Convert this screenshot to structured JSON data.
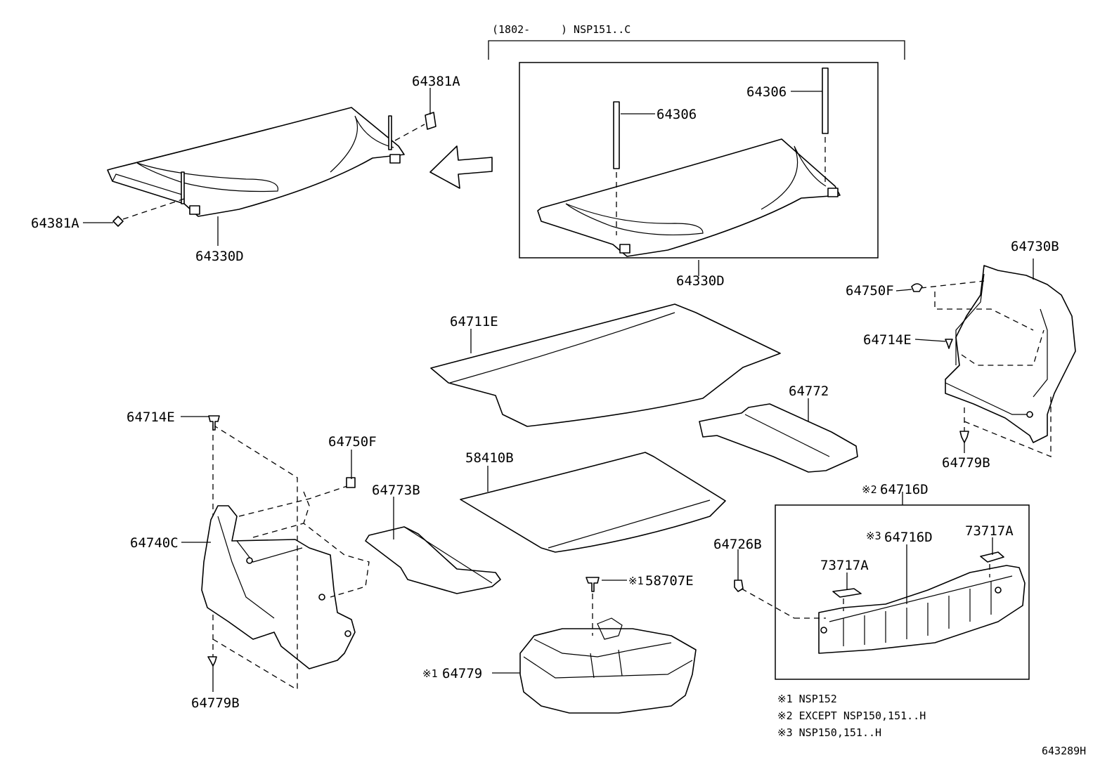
{
  "header": {
    "variant_left": "(1802-",
    "variant_right": ") NSP151..C"
  },
  "labels": {
    "p64381A_top": "64381A",
    "p64381A_left": "64381A",
    "p64330D_left": "64330D",
    "p64306_a": "64306",
    "p64306_b": "64306",
    "p64330D_box": "64330D",
    "p64730B": "64730B",
    "p64750F_right": "64750F",
    "p64714E_right": "64714E",
    "p64779B_right": "64779B",
    "p64711E": "64711E",
    "p64772": "64772",
    "p58410B": "58410B",
    "p64773B": "64773B",
    "p64714E_left": "64714E",
    "p64750F_left": "64750F",
    "p64740C": "64740C",
    "p64779B_left": "64779B",
    "p58707E": "58707E",
    "p58707E_mark": "※1",
    "p64779": "64779",
    "p64779_mark": "※1",
    "p64716D_top": "64716D",
    "p64716D_top_mark": "※2",
    "p64726B": "64726B",
    "p64716D_box": "64716D",
    "p64716D_box_mark": "※3",
    "p73717A_a": "73717A",
    "p73717A_b": "73717A"
  },
  "notes": [
    "※1 NSP152",
    "※2 EXCEPT NSP150,151..H",
    "※3 NSP150,151..H"
  ],
  "diagram_id": "643289H"
}
